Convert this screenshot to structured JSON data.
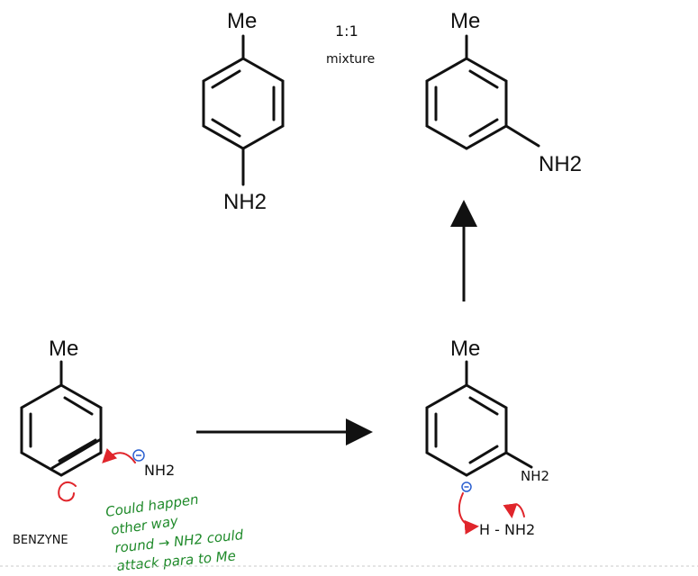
{
  "molecules": {
    "product_para": {
      "top_label": "Me",
      "bottom_label": "NH2"
    },
    "product_meta": {
      "top_label": "Me",
      "side_label": "NH2"
    },
    "benzyne": {
      "top_label": "Me",
      "name": "BENZYNE"
    },
    "intermediate": {
      "top_label": "Me",
      "side_label": "NH2",
      "reagent": "H - NH2"
    }
  },
  "annotations": {
    "ratio": "1:1",
    "mixture": "mixture",
    "nucleophile": "NH2",
    "note_lines": [
      "Could happen",
      "other way",
      "round → NH2 could",
      "attack para to Me"
    ]
  },
  "colors": {
    "bond": "#111111",
    "arrow_red": "#e0252b",
    "note_green": "#1f8a2a",
    "charge_blue": "#2a5fd0"
  }
}
